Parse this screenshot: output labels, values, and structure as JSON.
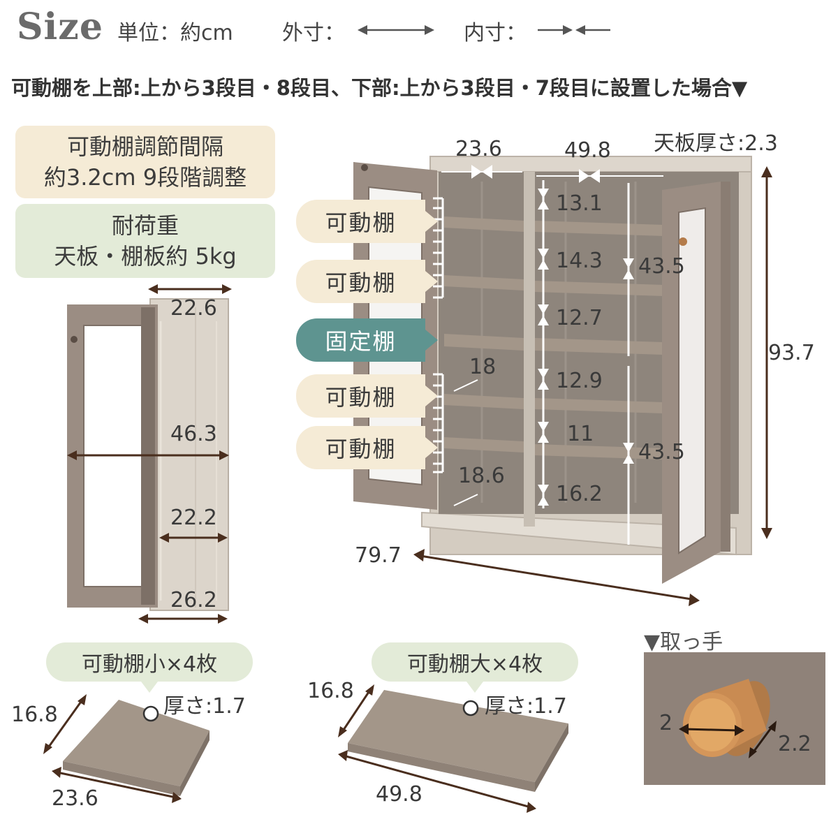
{
  "header": {
    "title": "Size",
    "unit_label": "単位：約cm",
    "outer_label": "外寸：",
    "inner_label": "内寸："
  },
  "condition_text": "可動棚を上部:上から3段目・8段目、下部:上から3段目・7段目に設置した場合▼",
  "info": {
    "adjust_line1": "可動棚調節間隔",
    "adjust_line2": "約3.2cm 9段階調整",
    "load_line1": "耐荷重",
    "load_line2": "天板・棚板約 5kg"
  },
  "tags": {
    "mov1": "可動棚",
    "mov2": "可動棚",
    "fixed": "固定棚",
    "mov3": "可動棚",
    "mov4": "可動棚"
  },
  "dims": {
    "top_thickness": "天板厚さ:2.3",
    "inner_left_width": "23.6",
    "inner_right_width": "49.8",
    "gap_1": "13.1",
    "gap_2": "14.3",
    "gap_3": "12.7",
    "gap_4": "12.9",
    "gap_5": "11",
    "gap_6": "16.2",
    "upper_height": "43.5",
    "lower_height": "43.5",
    "total_height": "93.7",
    "total_width": "79.7",
    "shelf_depth_upper": "18",
    "shelf_depth_lower": "18.6",
    "side_top_depth": "22.6",
    "side_height": "46.3",
    "side_inner_depth": "22.2",
    "side_bottom_depth": "26.2"
  },
  "shelves": {
    "small_label": "可動棚小×4枚",
    "small_thickness": "厚さ:1.7",
    "small_depth": "16.8",
    "small_width": "23.6",
    "large_label": "可動棚大×4枚",
    "large_thickness": "厚さ:1.7",
    "large_depth": "16.8",
    "large_width": "49.8"
  },
  "handle": {
    "label": "▼取っ手",
    "diameter": "2",
    "length": "2.2"
  },
  "colors": {
    "wood_light": "#d9d2c8",
    "wood_dark": "#8f867e",
    "door_frame": "#9b8d83",
    "shelf": "#a39689",
    "arrow": "#4a2e1e",
    "fixed_tag": "#5e9490",
    "movable_tag": "#f5ebd6",
    "adjust_box": "#f5ebd6",
    "load_box": "#e3ebd8",
    "handle_bg": "#8f8279",
    "handle_gold": "#d4965a"
  }
}
